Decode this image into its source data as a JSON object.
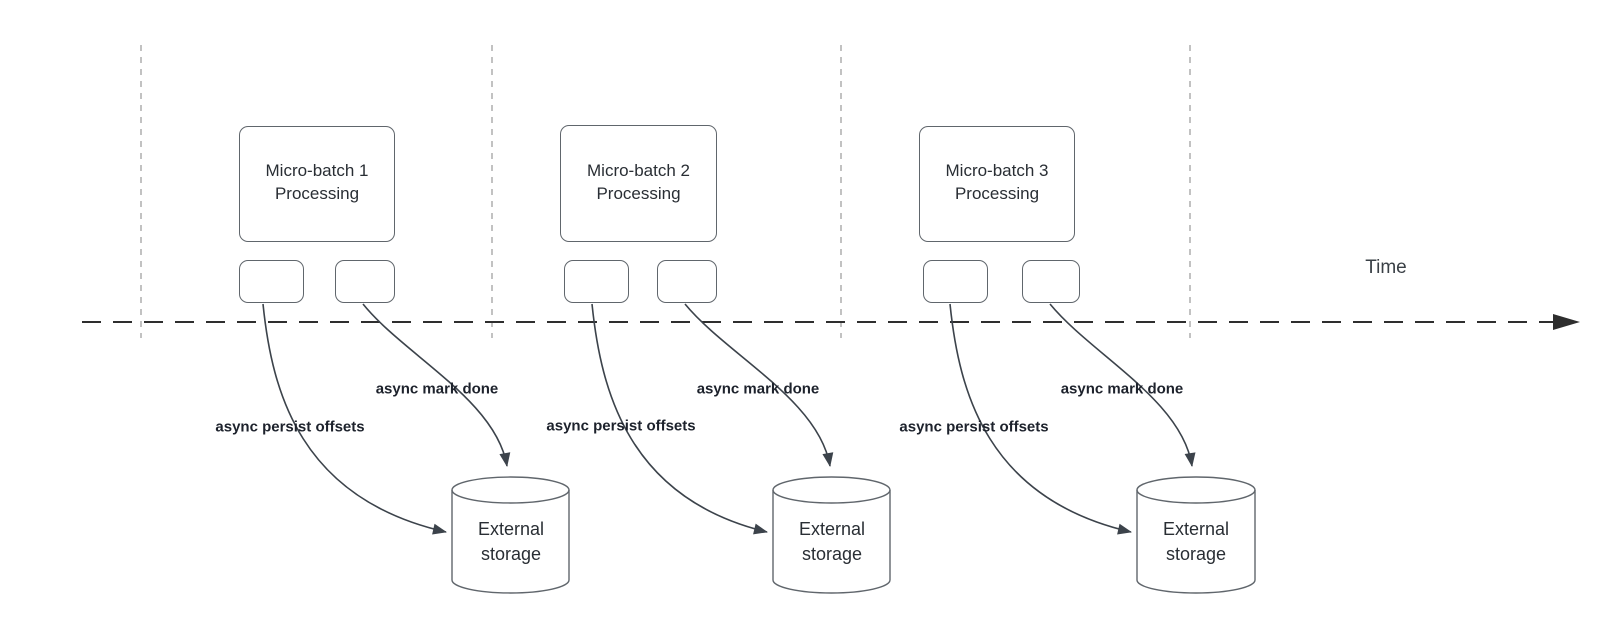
{
  "diagram": {
    "time_label": "Time",
    "groups": [
      {
        "process_label": "Micro-batch 1\nProcessing",
        "persist_label": "async persist offsets",
        "mark_done_label": "async mark done",
        "storage_label": "External\nstorage"
      },
      {
        "process_label": "Micro-batch 2\nProcessing",
        "persist_label": "async persist offsets",
        "mark_done_label": "async mark done",
        "storage_label": "External\nstorage"
      },
      {
        "process_label": "Micro-batch 3\nProcessing",
        "persist_label": "async persist offsets",
        "mark_done_label": "async mark done",
        "storage_label": "External\nstorage"
      }
    ],
    "colors": {
      "shape_border": "#60666c",
      "guide_dash": "#aeaeae",
      "timeline": "#2e2e2e",
      "arrow": "#3c434b",
      "label_text": "#1d222c",
      "shape_text": "#292e34"
    }
  }
}
